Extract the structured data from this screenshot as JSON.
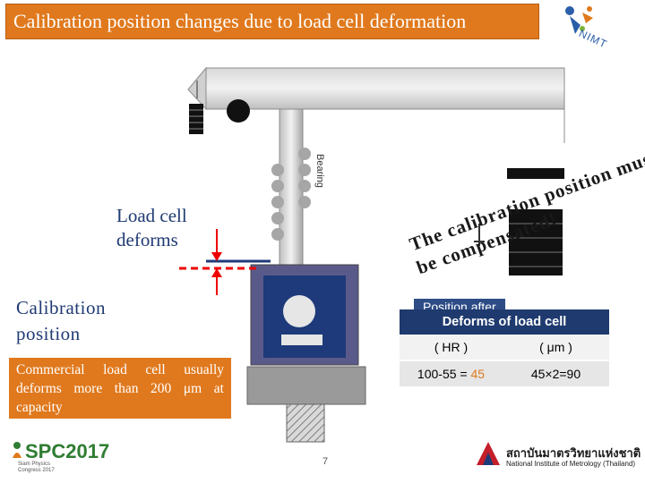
{
  "slide": {
    "title": "Calibration position changes due to load cell deformation",
    "load_cell_label_1": "Load cell",
    "load_cell_label_2": "deforms",
    "calibration_label_1": "Calibration",
    "calibration_label_2": "position",
    "note": "Commercial load cell usually deforms more than 200 μm at capacity",
    "bearing_label": "Bearing",
    "wordart_line1": "The calibration position must",
    "wordart_line2": "be compensated!",
    "position_after": "Position after",
    "page_number": "7"
  },
  "table": {
    "header": "Deforms of load cell",
    "rows": [
      [
        "( HR )",
        "( μm )"
      ],
      [
        "100-55 = ",
        "45",
        "45×2=90"
      ]
    ],
    "highlight_color": "#e0791d"
  },
  "logos": {
    "top_right_icon": "nimt-logo-icon",
    "top_right_text": "NIMT",
    "bottom_left_icon": "spc2017-logo-icon",
    "bottom_left_text": "SPC2017",
    "bottom_left_sub": "Siam Physics Congress 2017",
    "bottom_right_icon": "nimt-thailand-logo-icon",
    "bottom_right_thai": "สถาบันมาตรวิทยาแห่งชาติ",
    "bottom_right_eng": "National Institute of Metrology (Thailand)"
  },
  "colors": {
    "accent": "#e0791d",
    "text_blue": "#1f3a73",
    "table_header": "#1e3a6e"
  }
}
